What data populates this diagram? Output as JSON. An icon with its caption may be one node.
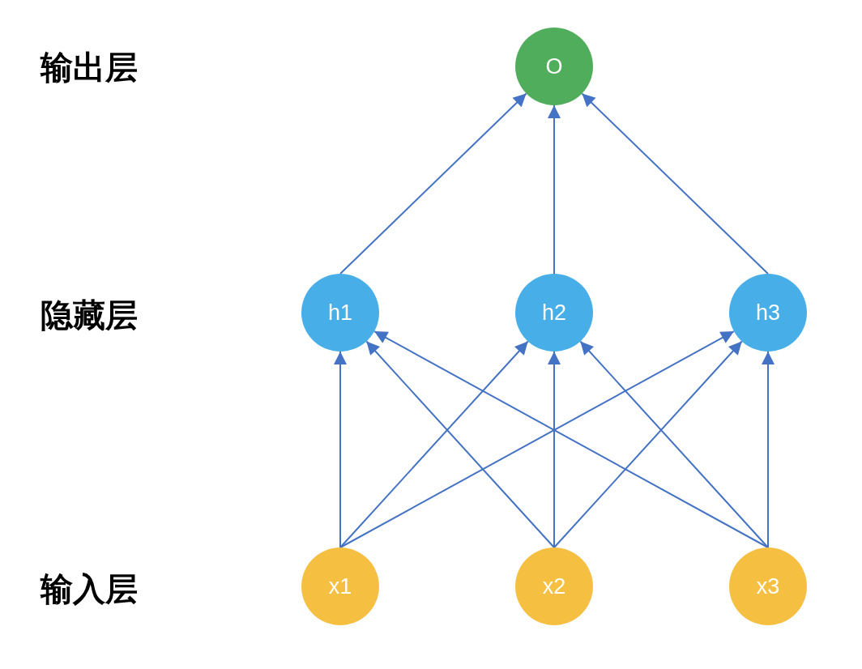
{
  "diagram": {
    "nodes": [
      {
        "text": [
          "O"
        ]
      },
      {
        "text": [
          "h1"
        ]
      },
      {
        "text": [
          "h2"
        ]
      },
      {
        "text": [
          "h3"
        ]
      },
      {
        "text": [
          "x1"
        ]
      },
      {
        "text": [
          "x2"
        ]
      },
      {
        "text": [
          "x3"
        ]
      }
    ],
    "edges": [
      {
        "from": 1,
        "to": 0,
        "arrow": "to"
      },
      {
        "from": 2,
        "to": 0,
        "arrow": "to"
      },
      {
        "from": 3,
        "to": 0,
        "arrow": "to"
      },
      {
        "from": 4,
        "to": 1,
        "arrow": "to"
      },
      {
        "from": 4,
        "to": 2,
        "arrow": "to"
      },
      {
        "from": 4,
        "to": 3,
        "arrow": "to"
      },
      {
        "from": 5,
        "to": 1,
        "arrow": "to"
      },
      {
        "from": 5,
        "to": 2,
        "arrow": "to"
      },
      {
        "from": 5,
        "to": 3,
        "arrow": "to"
      },
      {
        "from": 6,
        "to": 1,
        "arrow": "to"
      },
      {
        "from": 6,
        "to": 2,
        "arrow": "to"
      },
      {
        "from": 6,
        "to": 3,
        "arrow": "to"
      }
    ],
    "labels": [
      "输出层",
      "隐藏层",
      "输入层"
    ]
  }
}
